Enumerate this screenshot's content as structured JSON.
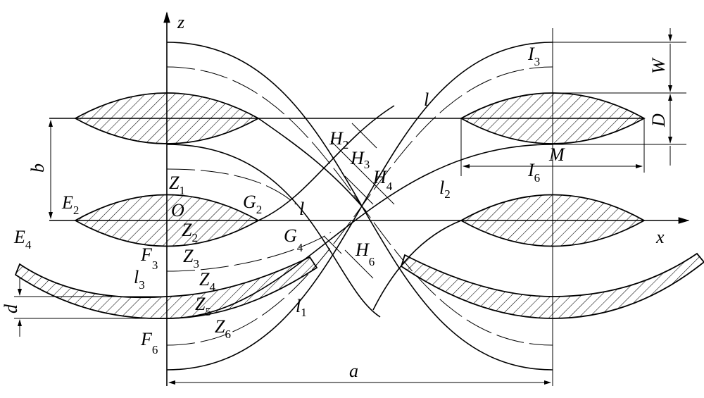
{
  "axes": {
    "z": "z",
    "x": "x",
    "origin": "O"
  },
  "dimensions": {
    "a": "a",
    "b": "b",
    "d": "d",
    "D": "D",
    "W": "W"
  },
  "labels": {
    "l_top": "l",
    "l_mid": "l",
    "l1": {
      "base": "l",
      "sub": "1"
    },
    "l2": {
      "base": "l",
      "sub": "2"
    },
    "l3": {
      "base": "l",
      "sub": "3"
    },
    "I3": {
      "base": "I",
      "sub": "3"
    },
    "I6": {
      "base": "I",
      "sub": "6"
    },
    "M": "M",
    "H2": {
      "base": "H",
      "sub": "2"
    },
    "H3": {
      "base": "H",
      "sub": "3"
    },
    "H4": {
      "base": "H",
      "sub": "4"
    },
    "H6": {
      "base": "H",
      "sub": "6"
    },
    "G2": {
      "base": "G",
      "sub": "2"
    },
    "G4": {
      "base": "G",
      "sub": "4"
    },
    "E2": {
      "base": "E",
      "sub": "2"
    },
    "E4": {
      "base": "E",
      "sub": "4"
    },
    "F3": {
      "base": "F",
      "sub": "3"
    },
    "F6": {
      "base": "F",
      "sub": "6"
    },
    "Z1": {
      "base": "Z",
      "sub": "1"
    },
    "Z2": {
      "base": "Z",
      "sub": "2"
    },
    "Z3": {
      "base": "Z",
      "sub": "3"
    },
    "Z4": {
      "base": "Z",
      "sub": "4"
    },
    "Z5": {
      "base": "Z",
      "sub": "5"
    },
    "Z6": {
      "base": "Z",
      "sub": "6"
    }
  }
}
